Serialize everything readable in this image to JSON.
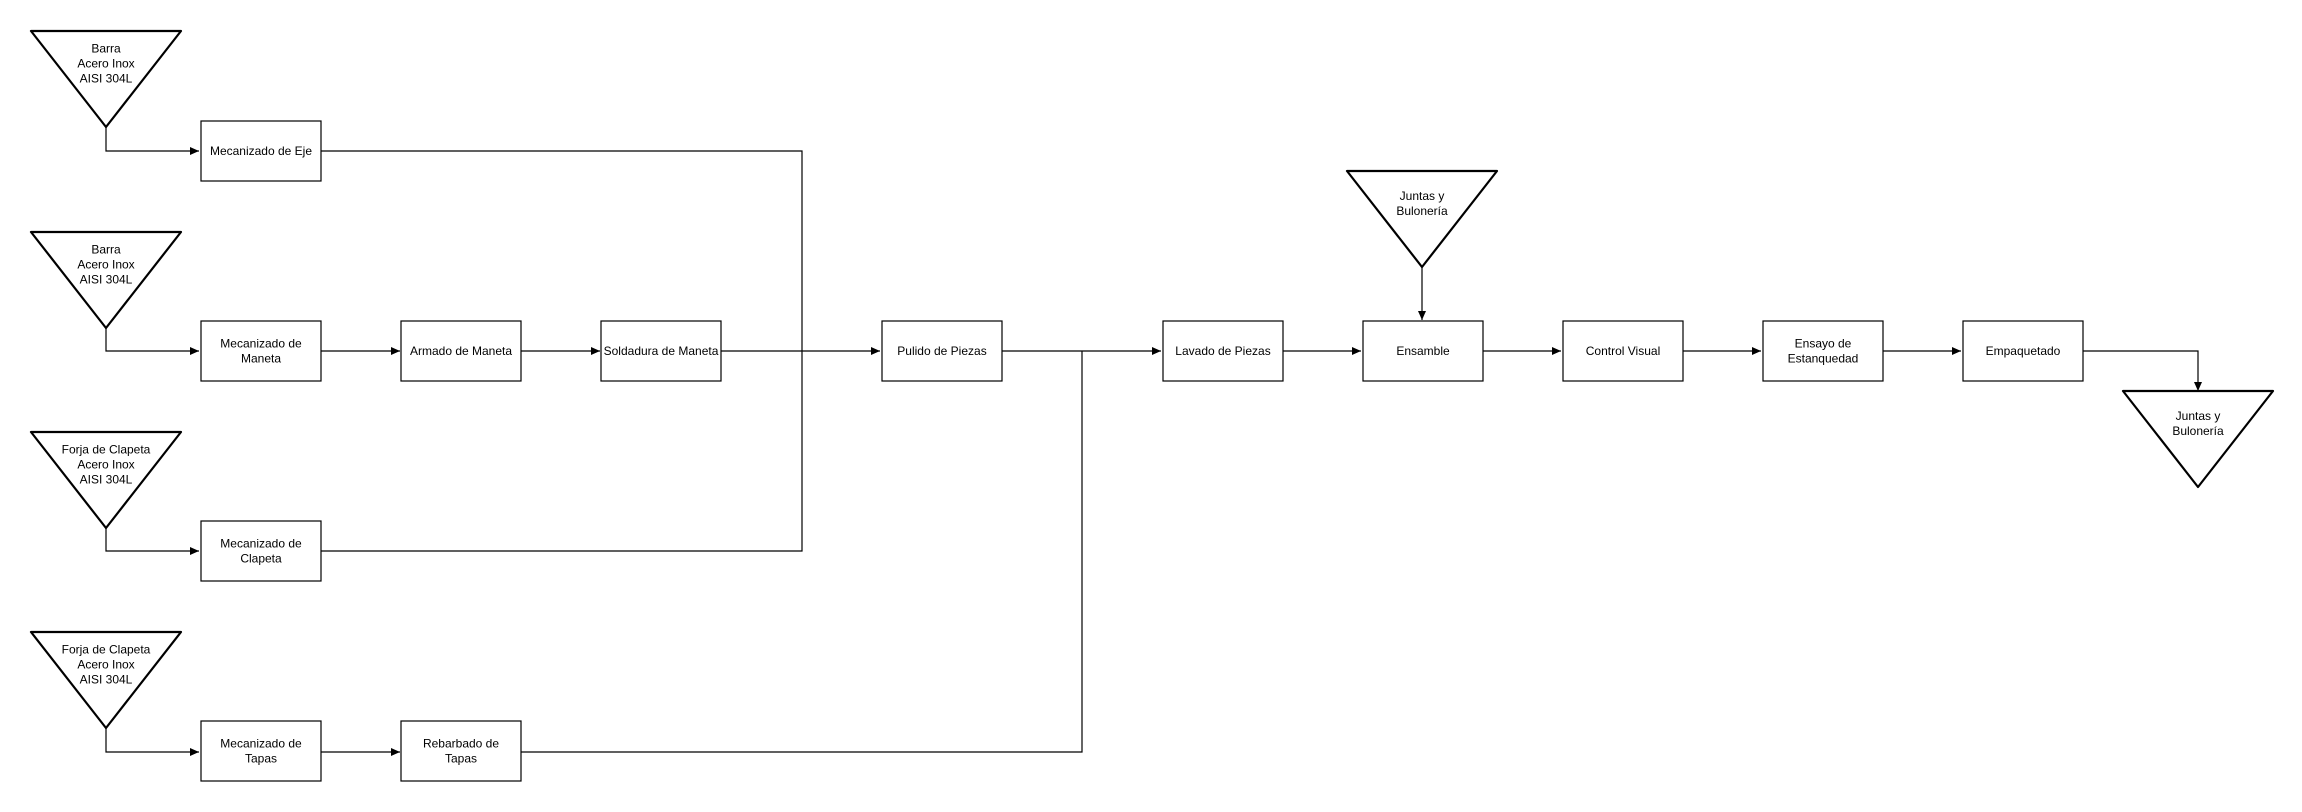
{
  "diagram": {
    "nodes": {
      "inv_barra_1": {
        "kind": "inventory",
        "lines": [
          "Barra",
          "Acero Inox",
          "AISI 304L"
        ]
      },
      "inv_barra_2": {
        "kind": "inventory",
        "lines": [
          "Barra",
          "Acero Inox",
          "AISI 304L"
        ]
      },
      "inv_forja_1": {
        "kind": "inventory",
        "lines": [
          "Forja de Clapeta",
          "Acero Inox",
          "AISI 304L"
        ]
      },
      "inv_forja_2": {
        "kind": "inventory",
        "lines": [
          "Forja de Clapeta",
          "Acero Inox",
          "AISI 304L"
        ]
      },
      "inv_juntas_in": {
        "kind": "inventory",
        "lines": [
          "Juntas y",
          "Bulonería"
        ]
      },
      "inv_juntas_out": {
        "kind": "inventory",
        "lines": [
          "Juntas y",
          "Bulonería"
        ]
      },
      "mec_eje": {
        "kind": "process",
        "lines": [
          "Mecanizado de Eje"
        ]
      },
      "mec_maneta": {
        "kind": "process",
        "lines": [
          "Mecanizado de",
          "Maneta"
        ]
      },
      "armado_maneta": {
        "kind": "process",
        "lines": [
          "Armado de Maneta"
        ]
      },
      "soldadura_maneta": {
        "kind": "process",
        "lines": [
          "Soldadura de Maneta"
        ]
      },
      "mec_clapeta": {
        "kind": "process",
        "lines": [
          "Mecanizado de",
          "Clapeta"
        ]
      },
      "mec_tapas": {
        "kind": "process",
        "lines": [
          "Mecanizado de",
          "Tapas"
        ]
      },
      "rebarbado_tapas": {
        "kind": "process",
        "lines": [
          "Rebarbado de",
          "Tapas"
        ]
      },
      "pulido": {
        "kind": "process",
        "lines": [
          "Pulido de Piezas"
        ]
      },
      "lavado": {
        "kind": "process",
        "lines": [
          "Lavado de Piezas"
        ]
      },
      "ensamble": {
        "kind": "process",
        "lines": [
          "Ensamble"
        ]
      },
      "control_visual": {
        "kind": "process",
        "lines": [
          "Control Visual"
        ]
      },
      "ensayo": {
        "kind": "process",
        "lines": [
          "Ensayo de",
          "Estanquedad"
        ]
      },
      "empaquetado": {
        "kind": "process",
        "lines": [
          "Empaquetado"
        ]
      }
    },
    "edges": [
      {
        "from": "inv_barra_1",
        "to": "mec_eje"
      },
      {
        "from": "inv_barra_2",
        "to": "mec_maneta"
      },
      {
        "from": "inv_forja_1",
        "to": "mec_clapeta"
      },
      {
        "from": "inv_forja_2",
        "to": "mec_tapas"
      },
      {
        "from": "mec_maneta",
        "to": "armado_maneta"
      },
      {
        "from": "armado_maneta",
        "to": "soldadura_maneta"
      },
      {
        "from": "soldadura_maneta",
        "to": "pulido"
      },
      {
        "from": "mec_eje",
        "to": "pulido"
      },
      {
        "from": "mec_clapeta",
        "to": "pulido"
      },
      {
        "from": "mec_tapas",
        "to": "rebarbado_tapas"
      },
      {
        "from": "rebarbado_tapas",
        "to": "lavado"
      },
      {
        "from": "pulido",
        "to": "lavado"
      },
      {
        "from": "lavado",
        "to": "ensamble"
      },
      {
        "from": "inv_juntas_in",
        "to": "ensamble"
      },
      {
        "from": "ensamble",
        "to": "control_visual"
      },
      {
        "from": "control_visual",
        "to": "ensayo"
      },
      {
        "from": "ensayo",
        "to": "empaquetado"
      },
      {
        "from": "empaquetado",
        "to": "inv_juntas_out"
      }
    ]
  }
}
